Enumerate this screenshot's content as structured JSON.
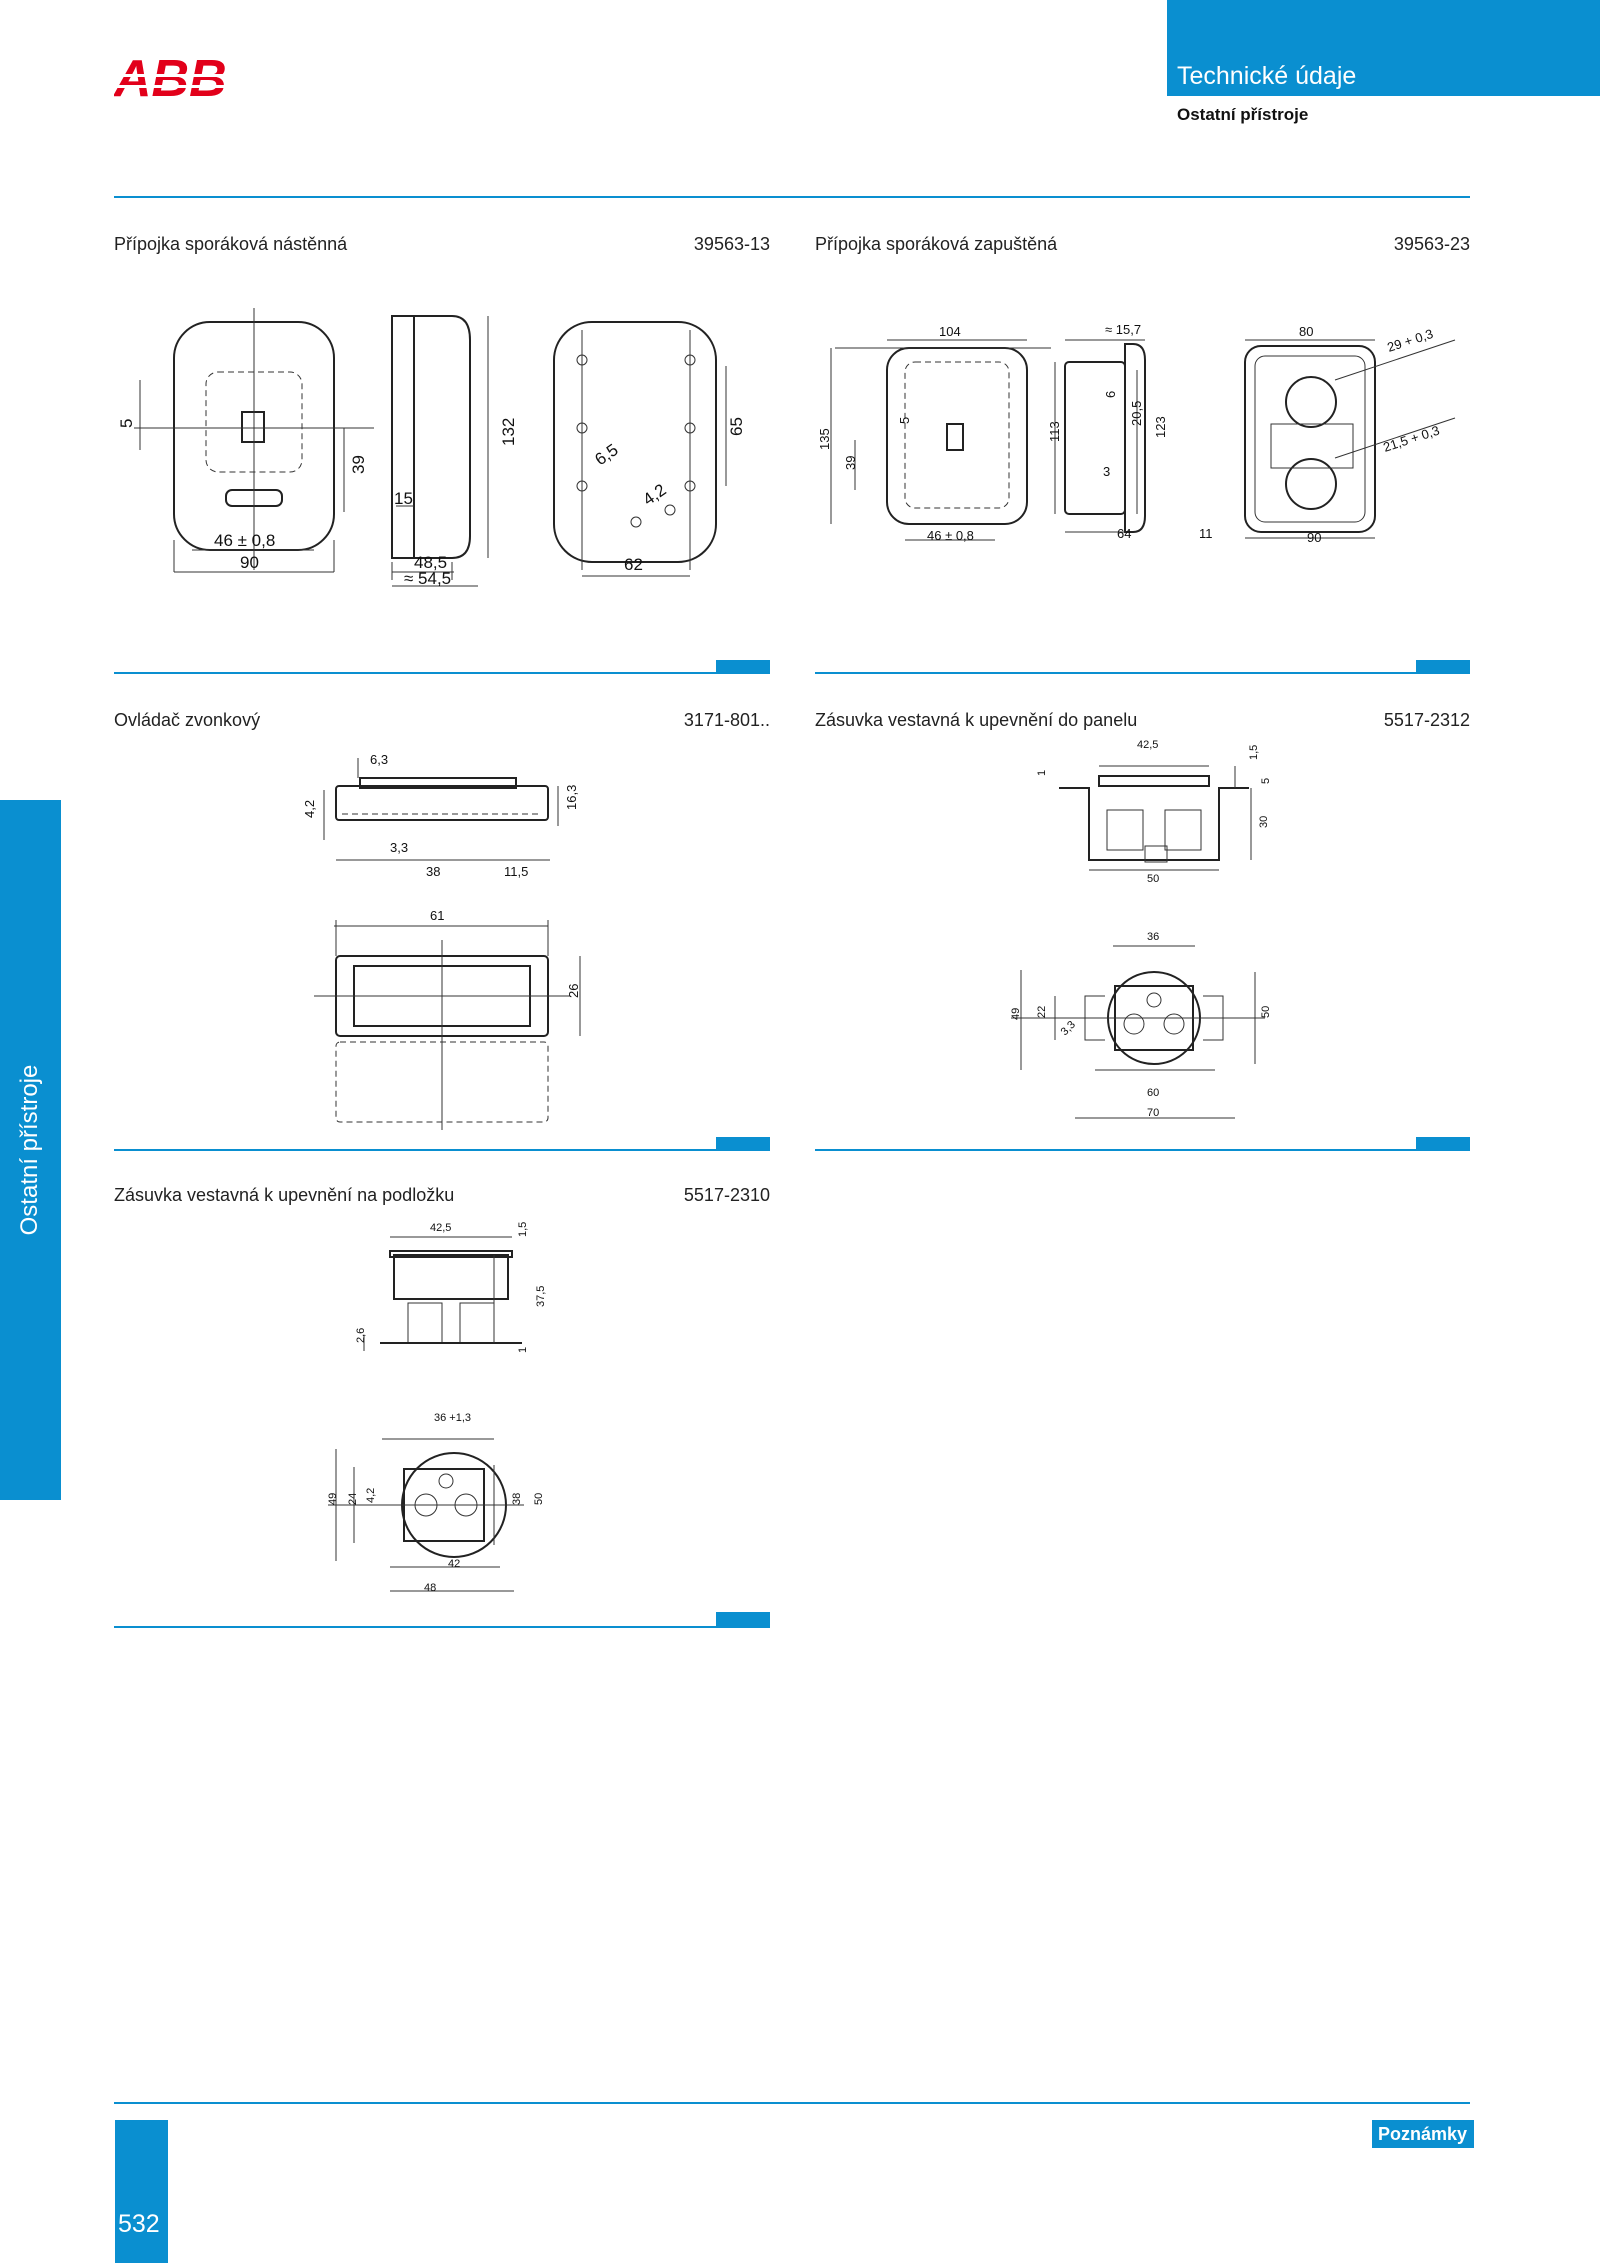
{
  "brand": {
    "logo_text": "ABB",
    "color": "#e2001a"
  },
  "accent_color": "#0a8fd0",
  "header": {
    "title": "Technické údaje",
    "subtitle": "Ostatní přístroje"
  },
  "side_tab": {
    "label": "Ostatní přístroje"
  },
  "sections": [
    {
      "title": "Přípojka sporáková nástěnná",
      "code": "39563-13",
      "dims": [
        "5",
        "39",
        "132",
        "65",
        "6,5",
        "4,2",
        "15",
        "46 ± 0,8",
        "90",
        "48,5",
        "≈ 54,5",
        "62"
      ]
    },
    {
      "title": "Přípojka sporáková zapuštěná",
      "code": "39563-23",
      "dims": [
        "104",
        "≈ 15,7",
        "80",
        "29 + 0,3",
        "135",
        "5",
        "39",
        "113",
        "6",
        "20,5",
        "123",
        "3",
        "21,5 + 0,3",
        "46 ± 0,8",
        "64",
        "11",
        "90"
      ]
    },
    {
      "title": "Ovládač zvonkový",
      "code": "3171-801..",
      "dims": [
        "6,3",
        "4,2",
        "16,3",
        "3,3",
        "38",
        "11,5",
        "61",
        "26"
      ]
    },
    {
      "title": "Zásuvka vestavná k upevnění do panelu",
      "code": "5517-2312",
      "dims": [
        "42,5",
        "1,5",
        "1",
        "5",
        "30",
        "50",
        "36",
        "49",
        "22",
        "3,3",
        "50",
        "60",
        "70"
      ]
    },
    {
      "title": "Zásuvka vestavná k upevnění na podložku",
      "code": "5517-2310",
      "dims": [
        "42,5",
        "1,5",
        "37,5",
        "2,6",
        "1",
        "36 +1,3",
        "49",
        "24",
        "4,2",
        "38",
        "50",
        "42",
        "48"
      ]
    }
  ],
  "footer": {
    "notes_label": "Poznámky",
    "page_number": "532"
  }
}
